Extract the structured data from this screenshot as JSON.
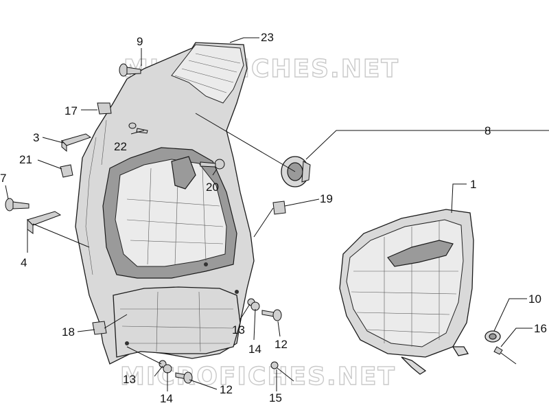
{
  "watermarks": [
    "MICROFICHES.NET",
    "MICROFICHES.NET"
  ],
  "callouts": {
    "c1": "1",
    "c3": "3",
    "c4": "4",
    "c7": "7",
    "c8": "8",
    "c9": "9",
    "c10": "10",
    "c12a": "12",
    "c12b": "12",
    "c13a": "13",
    "c13b": "13",
    "c14a": "14",
    "c14b": "14",
    "c15": "15",
    "c16": "16",
    "c17": "17",
    "c18": "18",
    "c19": "19",
    "c20": "20",
    "c21": "21",
    "c22": "22",
    "c23": "23"
  }
}
